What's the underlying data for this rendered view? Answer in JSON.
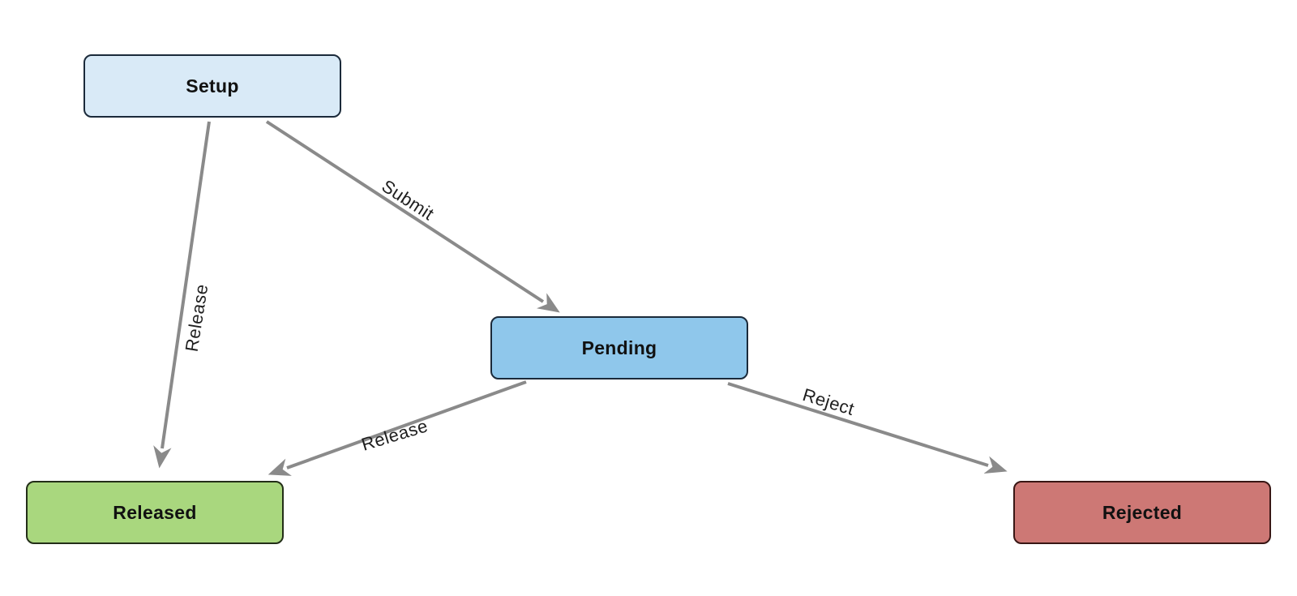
{
  "diagram": {
    "type": "state-flow-diagram",
    "background_color": "#ffffff",
    "edge_line_color": "#8a8a8a",
    "edge_label_color": "#1f1f1f",
    "node_label_color": "#111111",
    "nodes": [
      {
        "id": "setup",
        "label": "Setup",
        "fill": "#d9eaf7",
        "border": "#1b2a3a"
      },
      {
        "id": "pending",
        "label": "Pending",
        "fill": "#8fc7eb",
        "border": "#1b2a3a"
      },
      {
        "id": "released",
        "label": "Released",
        "fill": "#a9d77e",
        "border": "#232e18"
      },
      {
        "id": "rejected",
        "label": "Rejected",
        "fill": "#cd7875",
        "border": "#381614"
      }
    ],
    "edges": [
      {
        "from": "Setup",
        "to": "Pending",
        "label": "Submit"
      },
      {
        "from": "Setup",
        "to": "Released",
        "label": "Release"
      },
      {
        "from": "Pending",
        "to": "Released",
        "label": "Release"
      },
      {
        "from": "Pending",
        "to": "Rejected",
        "label": "Reject"
      }
    ]
  }
}
